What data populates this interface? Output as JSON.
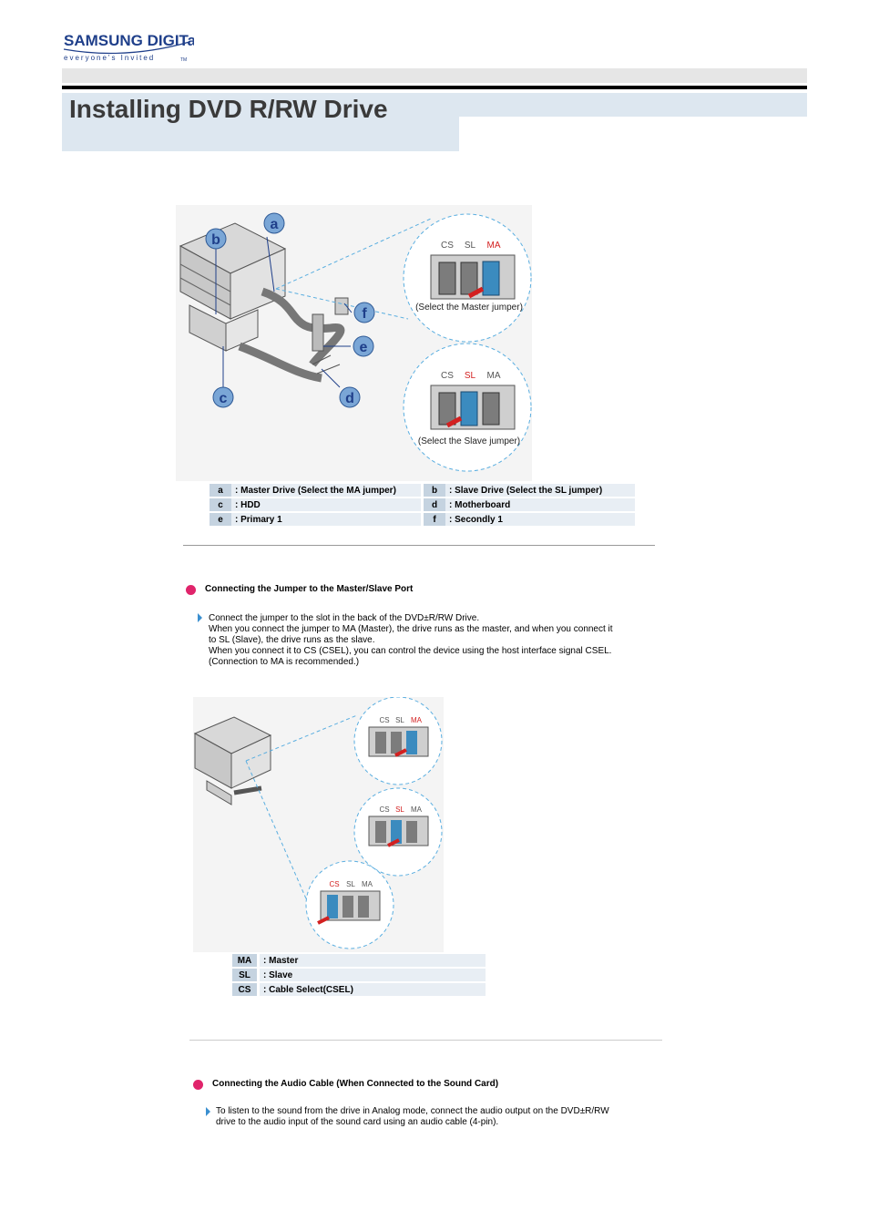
{
  "header": {
    "logo_brand": "SAMSUNG DIGITall",
    "logo_tagline": "everyone's Invited",
    "logo_tm": "TM",
    "title": "Installing DVD R/RW Drive"
  },
  "figure1": {
    "callouts": [
      "a",
      "b",
      "c",
      "d",
      "e",
      "f"
    ],
    "jumper_labels": [
      "CS",
      "SL",
      "MA"
    ],
    "master_caption": "(Select the Master jumper)",
    "slave_caption": "(Select the Slave jumper)",
    "colors": {
      "callout": "#7aa6d6",
      "highlight": "#d32020",
      "dashed": "#5aaee0"
    }
  },
  "legend1": [
    {
      "key": "a",
      "value": ": Master Drive (Select the MA jumper)",
      "key2": "b",
      "value2": ": Slave Drive (Select the SL jumper)"
    },
    {
      "key": "c",
      "value": ": HDD",
      "key2": "d",
      "value2": ": Motherboard"
    },
    {
      "key": "e",
      "value": ": Primary 1",
      "key2": "f",
      "value2": ": Secondly 1"
    }
  ],
  "section1": {
    "heading": "Connecting the Jumper to the Master/Slave Port",
    "lines": [
      "Connect the jumper to the slot in the back of the DVD±R/RW Drive.",
      "When you connect the jumper to MA (Master), the drive runs as the master, and when you connect it",
      "to SL (Slave), the drive runs as the slave.",
      "When you connect it to CS (CSEL), you can control the device using the host interface signal CSEL.",
      "(Connection to MA is recommended.)"
    ]
  },
  "figure2": {
    "jumper_labels": [
      "CS",
      "SL",
      "MA"
    ]
  },
  "legend2": [
    {
      "key": "MA",
      "value": ": Master"
    },
    {
      "key": "SL",
      "value": ": Slave"
    },
    {
      "key": "CS",
      "value": ": Cable Select(CSEL)"
    }
  ],
  "section2": {
    "heading": "Connecting the Audio Cable (When Connected to the Sound Card)",
    "lines": [
      "To listen to the sound from the drive in Analog mode, connect the audio output on the DVD±R/RW",
      "drive to the audio input of the sound card using an audio cable (4-pin)."
    ]
  }
}
